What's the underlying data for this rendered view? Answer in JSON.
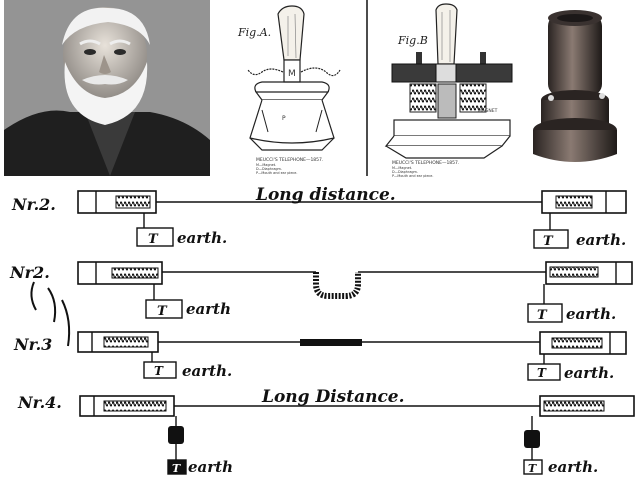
{
  "panels": {
    "fig_a": {
      "label": "Fig.A.",
      "magnet_letter": "M",
      "pole_letter": "P",
      "caption": "MEUCCI'S TELEPHONE—1857.",
      "legend": [
        "M—Magnet.",
        "D—Diaphragm.",
        "P—Mouth and ear piece."
      ]
    },
    "fig_b": {
      "label": "Fig.B",
      "magnet_label": "MAGNET",
      "caption": "MEUCCI'S TELEPHONE—1857.",
      "legend": [
        "M—Magnet.",
        "D—Diaphragm.",
        "P—Mouth and ear piece."
      ]
    }
  },
  "rows": [
    {
      "label": "Nr.2.",
      "title": "Long distance.",
      "earth_left": "earth.",
      "earth_right": "earth.",
      "box_left": "T",
      "box_right": "T"
    },
    {
      "label": "Nr2.",
      "earth_left": "earth",
      "earth_right": "earth.",
      "box_left": "T",
      "box_right": "T"
    },
    {
      "label": "Nr.3",
      "earth_left": "earth.",
      "earth_right": "earth.",
      "box_left": "T",
      "box_right": "T"
    },
    {
      "label": "Nr.4.",
      "title": "Long Distance.",
      "earth_left": "earth",
      "earth_right": "earth.",
      "box_left": "T",
      "box_right": "T"
    }
  ]
}
